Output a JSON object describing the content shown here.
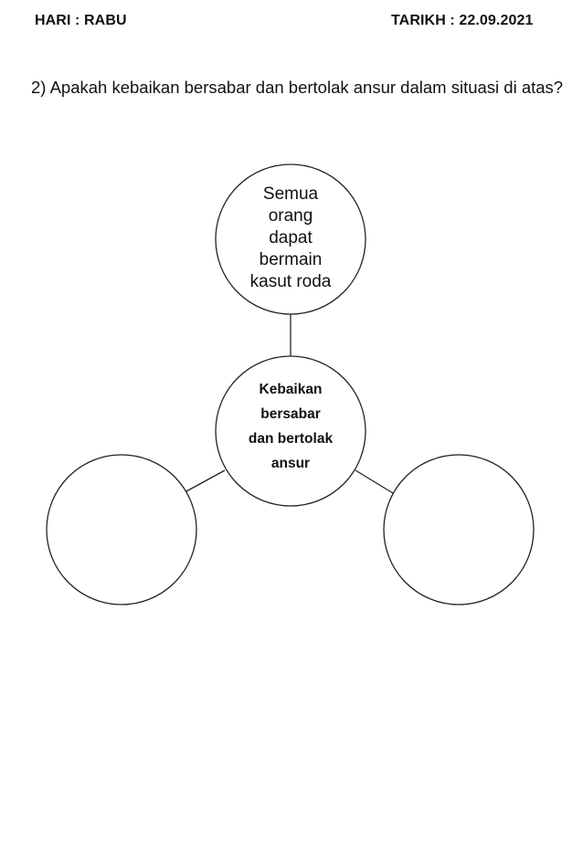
{
  "header": {
    "day": "HARI : RABU",
    "date": "TARIKH : 22.09.2021"
  },
  "question": "2) Apakah kebaikan bersabar dan bertolak ansur dalam situasi di atas?",
  "diagram": {
    "top_node": "Semua\norang\ndapat\nbermain\nkasut roda",
    "center_node": "Kebaikan\nbersabar\ndan bertolak\nansur",
    "left_node": "",
    "right_node": ""
  }
}
